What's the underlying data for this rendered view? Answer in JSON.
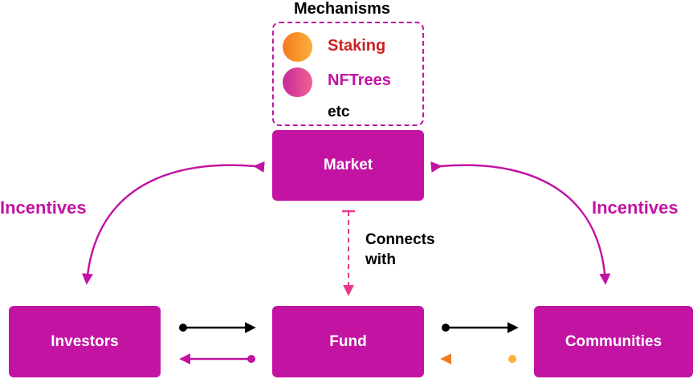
{
  "colors": {
    "magenta": "#c313a3",
    "staking_red": "#cc2222",
    "orange": "#f7941d",
    "pink": "#e8388a",
    "black": "#000000"
  },
  "mechanisms": {
    "title": "Mechanisms",
    "items": [
      {
        "label": "Staking",
        "icon": "orange-gradient-circle"
      },
      {
        "label": "NFTrees",
        "icon": "pink-gradient-circle"
      }
    ],
    "more": "etc"
  },
  "nodes": {
    "market": "Market",
    "investors": "Investors",
    "fund": "Fund",
    "communities": "Communities"
  },
  "edges": {
    "incentives_left": "Incentives",
    "incentives_right": "Incentives",
    "connects_line1": "Connects",
    "connects_line2": "with"
  }
}
